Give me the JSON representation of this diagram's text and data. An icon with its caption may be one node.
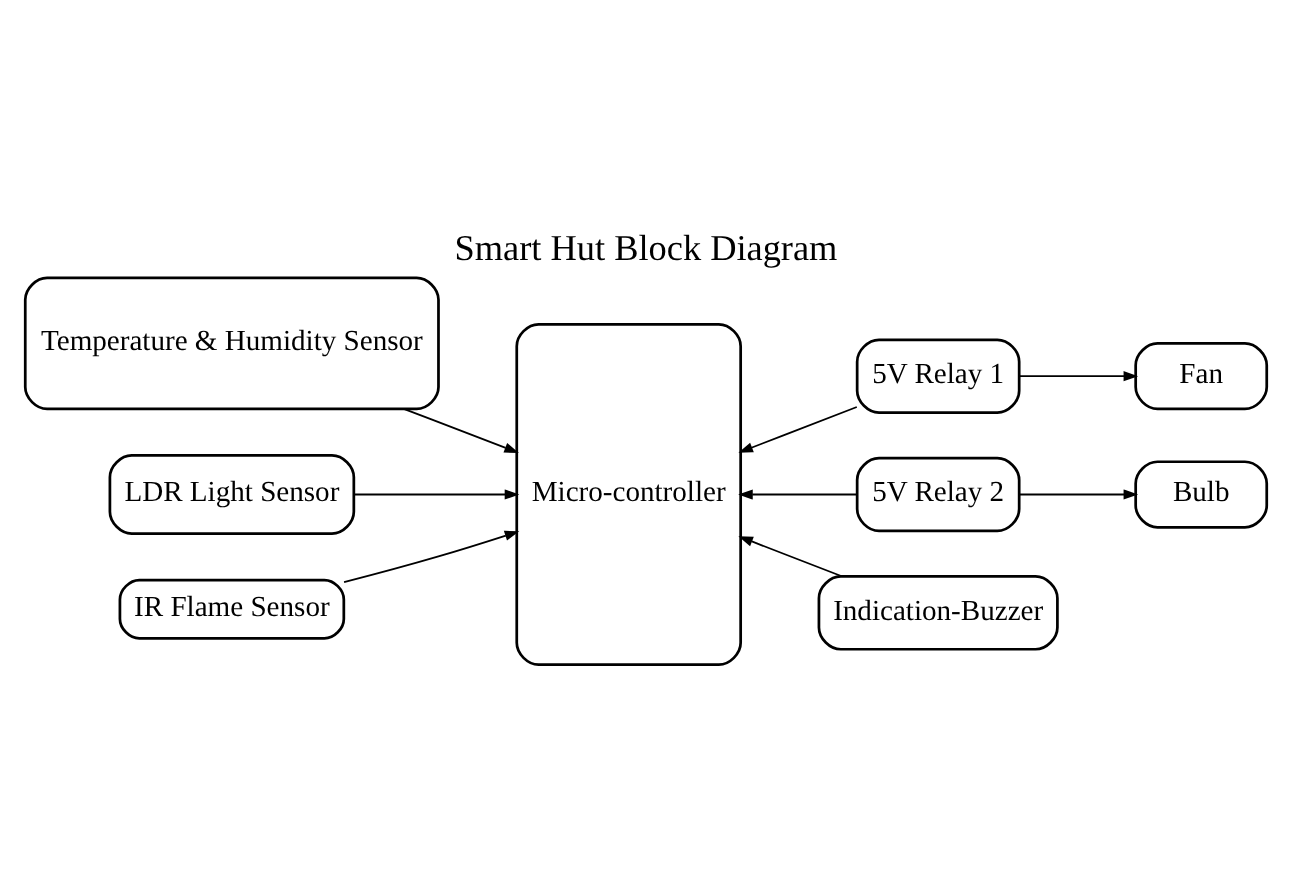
{
  "diagram": {
    "title": "Smart Hut Block Diagram",
    "nodes": [
      {
        "text": [
          "Temperature & Humidity Sensor"
        ]
      },
      {
        "text": [
          "LDR Light Sensor"
        ]
      },
      {
        "text": [
          "IR Flame Sensor"
        ]
      },
      {
        "text": [
          "Micro-controller"
        ]
      },
      {
        "text": [
          "5V Relay 1"
        ]
      },
      {
        "text": [
          "Fan"
        ]
      },
      {
        "text": [
          "5V Relay 2"
        ]
      },
      {
        "text": [
          "Bulb"
        ]
      },
      {
        "text": [
          "Indication-Buzzer"
        ]
      }
    ],
    "edges": [
      {
        "from": 0,
        "to": 3,
        "arrow": "to"
      },
      {
        "from": 1,
        "to": 3,
        "arrow": "to"
      },
      {
        "from": 2,
        "to": 3,
        "arrow": "to"
      },
      {
        "from": 4,
        "to": 3,
        "arrow": "to"
      },
      {
        "from": 4,
        "to": 5,
        "arrow": "to"
      },
      {
        "from": 6,
        "to": 3,
        "arrow": "to"
      },
      {
        "from": 6,
        "to": 7,
        "arrow": "to"
      },
      {
        "from": 8,
        "to": 3,
        "arrow": "to"
      }
    ]
  }
}
